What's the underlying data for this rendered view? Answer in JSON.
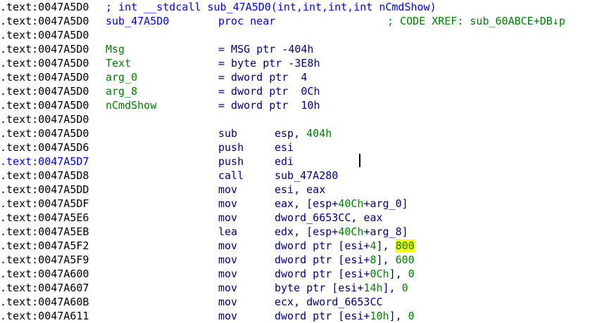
{
  "listing": {
    "header_comment": "; int __stdcall sub_47A5D0(int,int,int,int nCmdShow)",
    "lines": [
      {
        "addr": ".text:0047A5D0",
        "kind": "header"
      },
      {
        "addr": ".text:0047A5D0",
        "kind": "proc",
        "name": "sub_47A5D0",
        "mnemonic": "proc near",
        "comment": "; CODE XREF: sub_60ABCE+DB↓p"
      },
      {
        "addr": ".text:0047A5D0",
        "kind": "blank"
      },
      {
        "addr": ".text:0047A5D0",
        "kind": "var",
        "name": "Msg",
        "def": "= MSG ptr -404h"
      },
      {
        "addr": ".text:0047A5D0",
        "kind": "var",
        "name": "Text",
        "def": "= byte ptr -3E8h"
      },
      {
        "addr": ".text:0047A5D0",
        "kind": "var",
        "name": "arg_0",
        "def": "= dword ptr  4"
      },
      {
        "addr": ".text:0047A5D0",
        "kind": "var",
        "name": "arg_8",
        "def": "= dword ptr  0Ch"
      },
      {
        "addr": ".text:0047A5D0",
        "kind": "var",
        "name": "nCmdShow",
        "def": "= dword ptr  10h"
      },
      {
        "addr": ".text:0047A5D0",
        "kind": "blank"
      },
      {
        "addr": ".text:0047A5D0",
        "kind": "ins",
        "mnemonic": "sub",
        "ops": [
          {
            "t": "esp, ",
            "c": "navy"
          },
          {
            "t": "404h",
            "c": "green"
          }
        ]
      },
      {
        "addr": ".text:0047A5D6",
        "kind": "ins",
        "mnemonic": "push",
        "ops": [
          {
            "t": "esi",
            "c": "navy"
          }
        ]
      },
      {
        "addr": ".text:0047A5D7",
        "kind": "ins",
        "mnemonic": "push",
        "ops": [
          {
            "t": "edi",
            "c": "navy"
          }
        ],
        "current": true
      },
      {
        "addr": ".text:0047A5D8",
        "kind": "ins",
        "mnemonic": "call",
        "ops": [
          {
            "t": "sub_47A280",
            "c": "navy"
          }
        ]
      },
      {
        "addr": ".text:0047A5DD",
        "kind": "ins",
        "mnemonic": "mov",
        "ops": [
          {
            "t": "esi, eax",
            "c": "navy"
          }
        ]
      },
      {
        "addr": ".text:0047A5DF",
        "kind": "ins",
        "mnemonic": "mov",
        "ops": [
          {
            "t": "eax, [esp+",
            "c": "navy"
          },
          {
            "t": "40Ch",
            "c": "green"
          },
          {
            "t": "+arg_0]",
            "c": "navy"
          }
        ]
      },
      {
        "addr": ".text:0047A5E6",
        "kind": "ins",
        "mnemonic": "mov",
        "ops": [
          {
            "t": "dword_6653CC, eax",
            "c": "navy"
          }
        ]
      },
      {
        "addr": ".text:0047A5EB",
        "kind": "ins",
        "mnemonic": "lea",
        "ops": [
          {
            "t": "edx, [esp+",
            "c": "navy"
          },
          {
            "t": "40Ch",
            "c": "green"
          },
          {
            "t": "+arg_8]",
            "c": "navy"
          }
        ]
      },
      {
        "addr": ".text:0047A5F2",
        "kind": "ins",
        "mnemonic": "mov",
        "ops": [
          {
            "t": "dword ptr [esi+",
            "c": "navy"
          },
          {
            "t": "4",
            "c": "green"
          },
          {
            "t": "], ",
            "c": "navy"
          },
          {
            "t": "800",
            "c": "green",
            "hl": true
          }
        ]
      },
      {
        "addr": ".text:0047A5F9",
        "kind": "ins",
        "mnemonic": "mov",
        "ops": [
          {
            "t": "dword ptr [esi+",
            "c": "navy"
          },
          {
            "t": "8",
            "c": "green"
          },
          {
            "t": "], ",
            "c": "navy"
          },
          {
            "t": "600",
            "c": "green"
          }
        ]
      },
      {
        "addr": ".text:0047A600",
        "kind": "ins",
        "mnemonic": "mov",
        "ops": [
          {
            "t": "dword ptr [esi+",
            "c": "navy"
          },
          {
            "t": "0Ch",
            "c": "green"
          },
          {
            "t": "], ",
            "c": "navy"
          },
          {
            "t": "0",
            "c": "green"
          }
        ]
      },
      {
        "addr": ".text:0047A607",
        "kind": "ins",
        "mnemonic": "mov",
        "ops": [
          {
            "t": "byte ptr [esi+",
            "c": "navy"
          },
          {
            "t": "14h",
            "c": "green"
          },
          {
            "t": "], ",
            "c": "navy"
          },
          {
            "t": "0",
            "c": "green"
          }
        ]
      },
      {
        "addr": ".text:0047A60B",
        "kind": "ins",
        "mnemonic": "mov",
        "ops": [
          {
            "t": "ecx, dword_6653CC",
            "c": "navy"
          }
        ]
      },
      {
        "addr": ".text:0047A611",
        "kind": "ins",
        "mnemonic": "mov",
        "ops": [
          {
            "t": "dword ptr [esi+",
            "c": "navy"
          },
          {
            "t": "10h",
            "c": "green"
          },
          {
            "t": "], ",
            "c": "navy"
          },
          {
            "t": "0",
            "c": "green"
          }
        ]
      }
    ]
  },
  "colors": {
    "address": "#000000",
    "current_address": "#0000ff",
    "names": "#0000ff",
    "comments": "#008000",
    "numbers": "#008000",
    "operands": "#000080",
    "highlight": "#ffff00"
  }
}
